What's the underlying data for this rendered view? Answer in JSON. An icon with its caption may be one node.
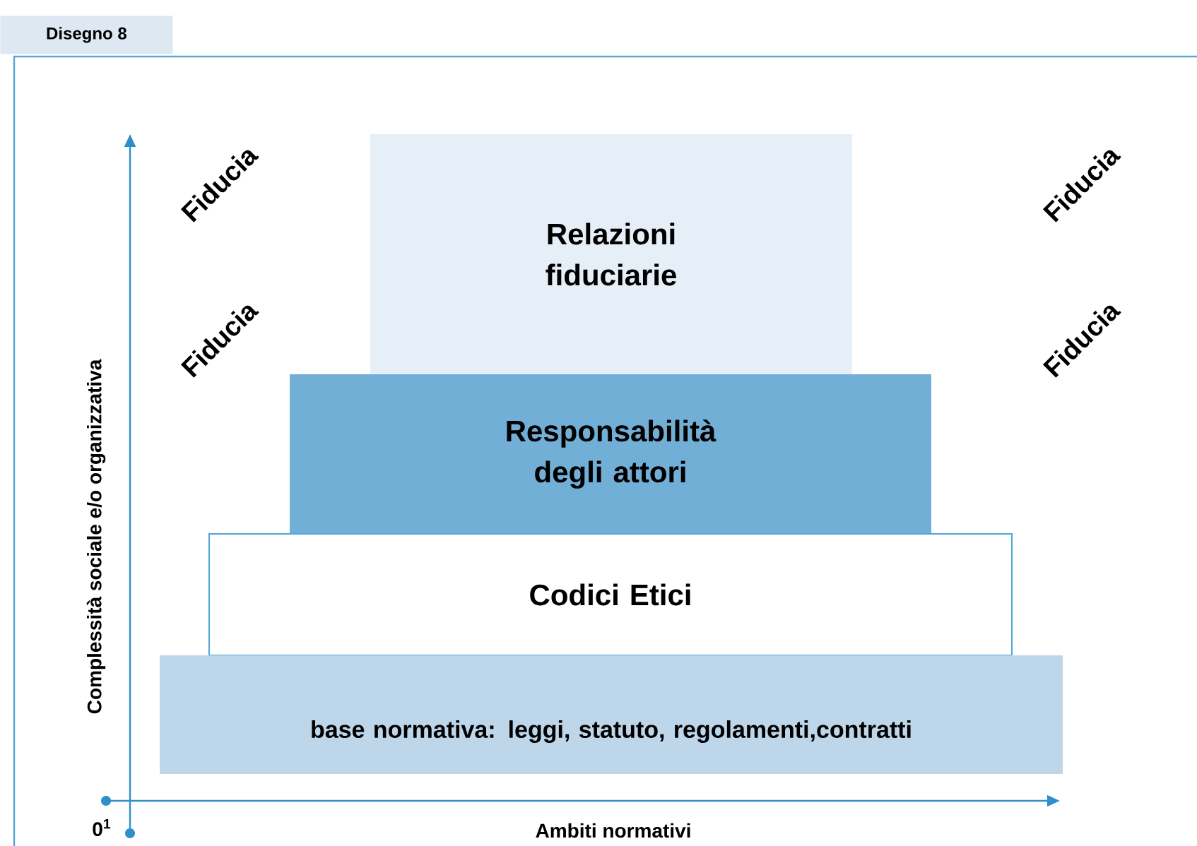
{
  "diagram": {
    "title": "Disegno 8",
    "nodes": [
      {
        "text": [
          "Relazioni fiduciarie"
        ]
      },
      {
        "text": [
          "Responsabilità degli attori"
        ]
      },
      {
        "text": [
          "Codici Etici"
        ]
      },
      {
        "text": [
          "base normativa: leggi, statuto, regolamenti,contratti"
        ]
      }
    ],
    "labels": [
      "Fiducia",
      "Fiducia",
      "Fiducia",
      "Fiducia",
      "Complessità sociale e/o organizzativa",
      "0$^{1}$",
      "Ambiti normativi"
    ]
  }
}
